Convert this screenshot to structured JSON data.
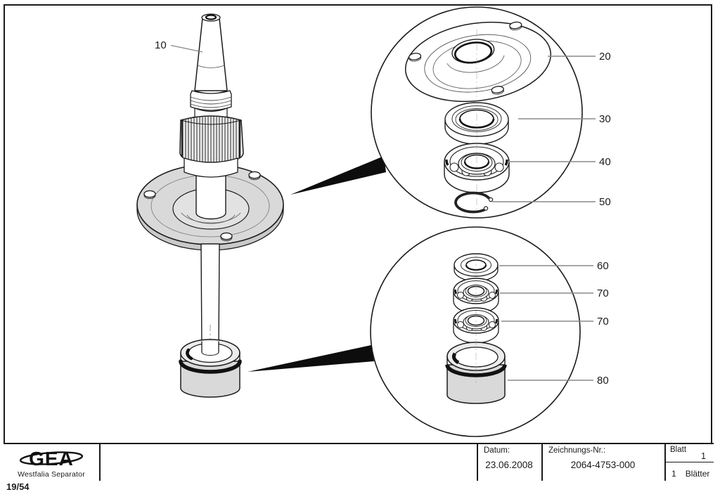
{
  "page": {
    "sheet_ref": "19/54"
  },
  "title_block": {
    "brand_name": "GEA",
    "brand_subtitle": "Westfalia Separator",
    "date_label": "Datum:",
    "date_value": "23.06.2008",
    "drawing_no_label": "Zeichnungs-Nr.:",
    "drawing_no_value": "2064-4753-000",
    "sheet_label": "Blatt",
    "sheet_number": "1",
    "total_sheets": "1",
    "total_sheets_label": "Blätter"
  },
  "diagram": {
    "labels": {
      "p10": "10",
      "p20": "20",
      "p30": "30",
      "p40": "40",
      "p50": "50",
      "p60": "60",
      "p70a": "70",
      "p70b": "70",
      "p80": "80"
    },
    "colors": {
      "line": "#1b1b1b",
      "leader": "#8a8a8a",
      "fill_gray": "#d9d9d9"
    }
  }
}
